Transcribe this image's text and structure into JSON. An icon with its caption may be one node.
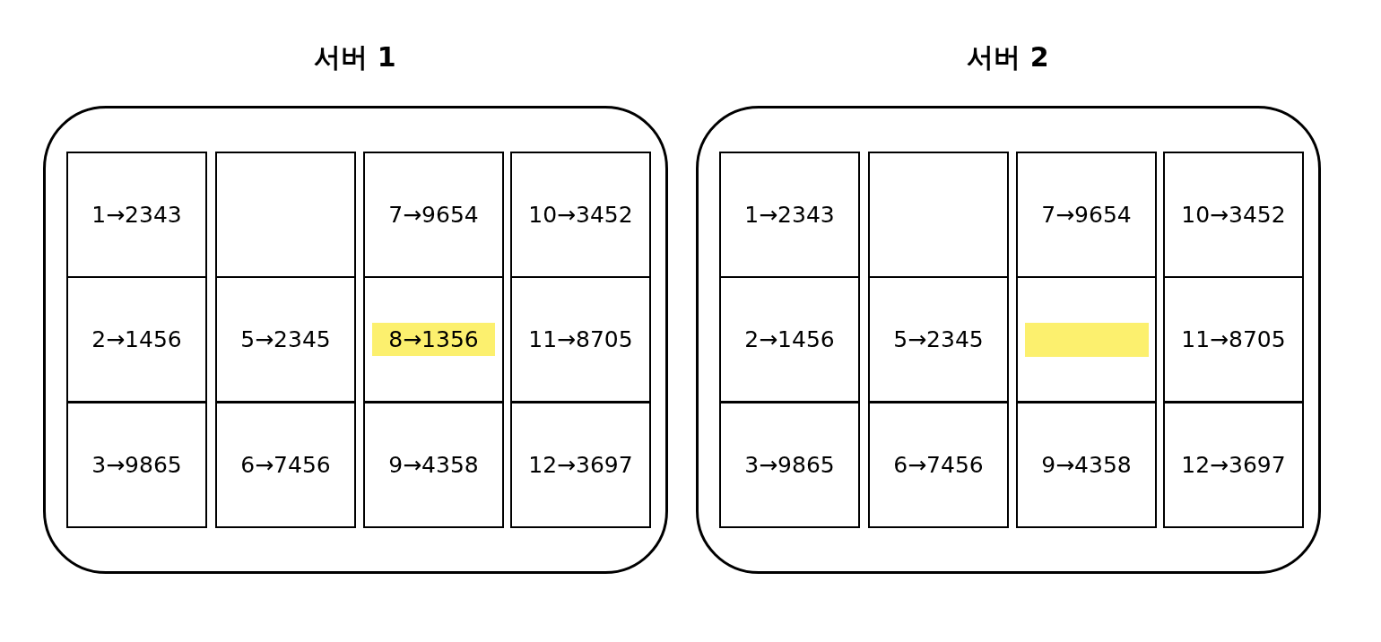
{
  "diagram": {
    "nodes": [
      {
        "text": [
          "서버 1"
        ]
      },
      {
        "text": [
          "1→2343"
        ],
        "in": 0
      },
      {
        "text": [],
        "shape": "box",
        "in": 0
      },
      {
        "text": [
          "7→9654"
        ],
        "in": 0
      },
      {
        "text": [
          "10→3452"
        ],
        "in": 0
      },
      {
        "text": [
          "2→1456"
        ],
        "in": 0
      },
      {
        "text": [
          "5→2345"
        ],
        "in": 0
      },
      {
        "text": [
          "8→1356"
        ],
        "in": 0
      },
      {
        "text": [
          "11→8705"
        ],
        "in": 0
      },
      {
        "text": [
          "3→9865"
        ],
        "in": 0
      },
      {
        "text": [
          "6→7456"
        ],
        "in": 0
      },
      {
        "text": [
          "9→4358"
        ],
        "in": 0
      },
      {
        "text": [
          "12→3697"
        ],
        "in": 0
      },
      {
        "text": [
          "서버 2"
        ]
      },
      {
        "text": [
          "1→2343"
        ],
        "in": 13
      },
      {
        "text": [],
        "shape": "box",
        "in": 13
      },
      {
        "text": [
          "7→9654"
        ],
        "in": 13
      },
      {
        "text": [
          "10→3452"
        ],
        "in": 13
      },
      {
        "text": [
          "2→1456"
        ],
        "in": 13
      },
      {
        "text": [
          "5→2345"
        ],
        "in": 13
      },
      {
        "text": [],
        "shape": "box",
        "in": 13
      },
      {
        "text": [],
        "shape": "bar",
        "in": 20
      },
      {
        "text": [
          "11→8705"
        ],
        "in": 13
      },
      {
        "text": [
          "3→9865"
        ],
        "in": 13
      },
      {
        "text": [
          "6→7456"
        ],
        "in": 13
      },
      {
        "text": [
          "9→4358"
        ],
        "in": 13
      },
      {
        "text": [
          "12→3697"
        ],
        "in": 13
      }
    ]
  }
}
